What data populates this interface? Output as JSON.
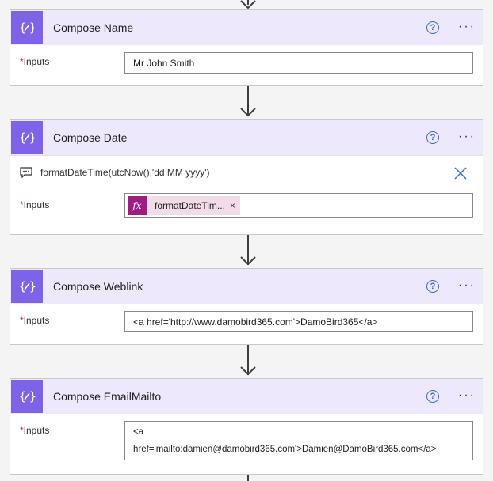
{
  "steps": [
    {
      "title": "Compose Name",
      "help_glyph": "?",
      "more_glyph": "···",
      "inputs_label": "Inputs",
      "required_mark": "*",
      "value": "Mr John Smith"
    },
    {
      "title": "Compose Date",
      "help_glyph": "?",
      "more_glyph": "···",
      "expression": "formatDateTime(utcNow(),'dd MM yyyy')",
      "inputs_label": "Inputs",
      "required_mark": "*",
      "token": {
        "icon": "fx",
        "label": "formatDateTim...",
        "remove": "×"
      }
    },
    {
      "title": "Compose Weblink",
      "help_glyph": "?",
      "more_glyph": "···",
      "inputs_label": "Inputs",
      "required_mark": "*",
      "value": "<a href='http://www.damobird365.com'>DamoBird365</a>"
    },
    {
      "title": "Compose EmailMailto",
      "help_glyph": "?",
      "more_glyph": "···",
      "inputs_label": "Inputs",
      "required_mark": "*",
      "value_lines": [
        "<a",
        "href='mailto:damien@damobird365.com'>Damien@DamoBird365.com</a>"
      ]
    }
  ],
  "colors": {
    "action_icon": "#7e62e8",
    "header_bg": "#ede8fb",
    "help": "#3a68c8",
    "fx_token": "#a11c82",
    "token_bg": "#f3dcea",
    "required": "#c4262e"
  },
  "icons": {
    "action": "compose-braces-icon",
    "help": "question-circle-icon",
    "more": "ellipsis-icon",
    "expression": "comment-icon",
    "close": "close-icon",
    "arrow": "arrow-down-icon"
  }
}
